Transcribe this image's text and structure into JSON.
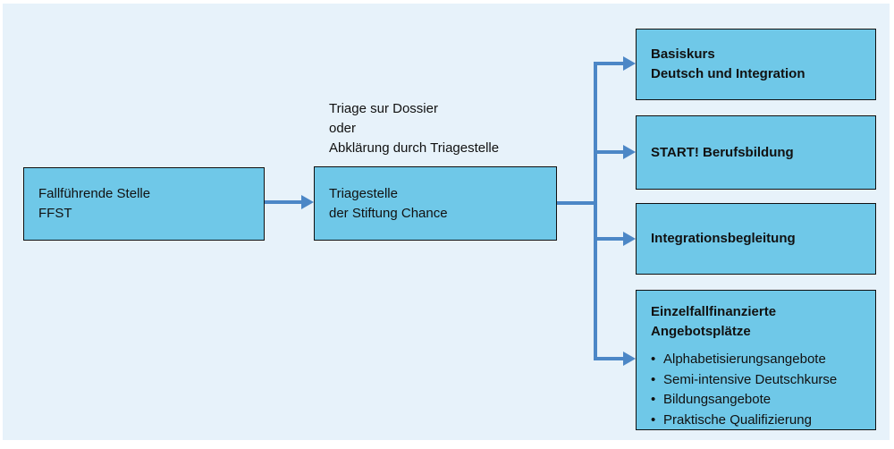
{
  "diagram": {
    "annotation": {
      "lines": [
        "Triage sur Dossier",
        "oder",
        "Abklärung durch Triagestelle"
      ]
    },
    "nodes": {
      "ffst": {
        "lines": [
          "Fallführende Stelle",
          "FFST"
        ]
      },
      "triagestelle": {
        "lines": [
          "Triagestelle",
          "der Stiftung Chance"
        ]
      },
      "basiskurs": {
        "lines": [
          "Basiskurs",
          "Deutsch und Integration"
        ]
      },
      "start_berufsbildung": {
        "label": "START! Berufsbildung"
      },
      "integrationsbegleitung": {
        "label": "Integrationsbegleitung"
      },
      "einzelfall": {
        "title_lines": [
          "Einzelfallfinanzierte",
          "Angebotsplätze"
        ],
        "bullets": [
          "Alphabetisierungsangebote",
          "Semi-intensive Deutschkurse",
          "Bildungsangebote",
          "Praktische Qualifizierung"
        ]
      }
    },
    "colors": {
      "background": "#e7f2fa",
      "node_fill": "#6fc8e8",
      "connector": "#4c87c6",
      "node_border": "#101010"
    }
  }
}
